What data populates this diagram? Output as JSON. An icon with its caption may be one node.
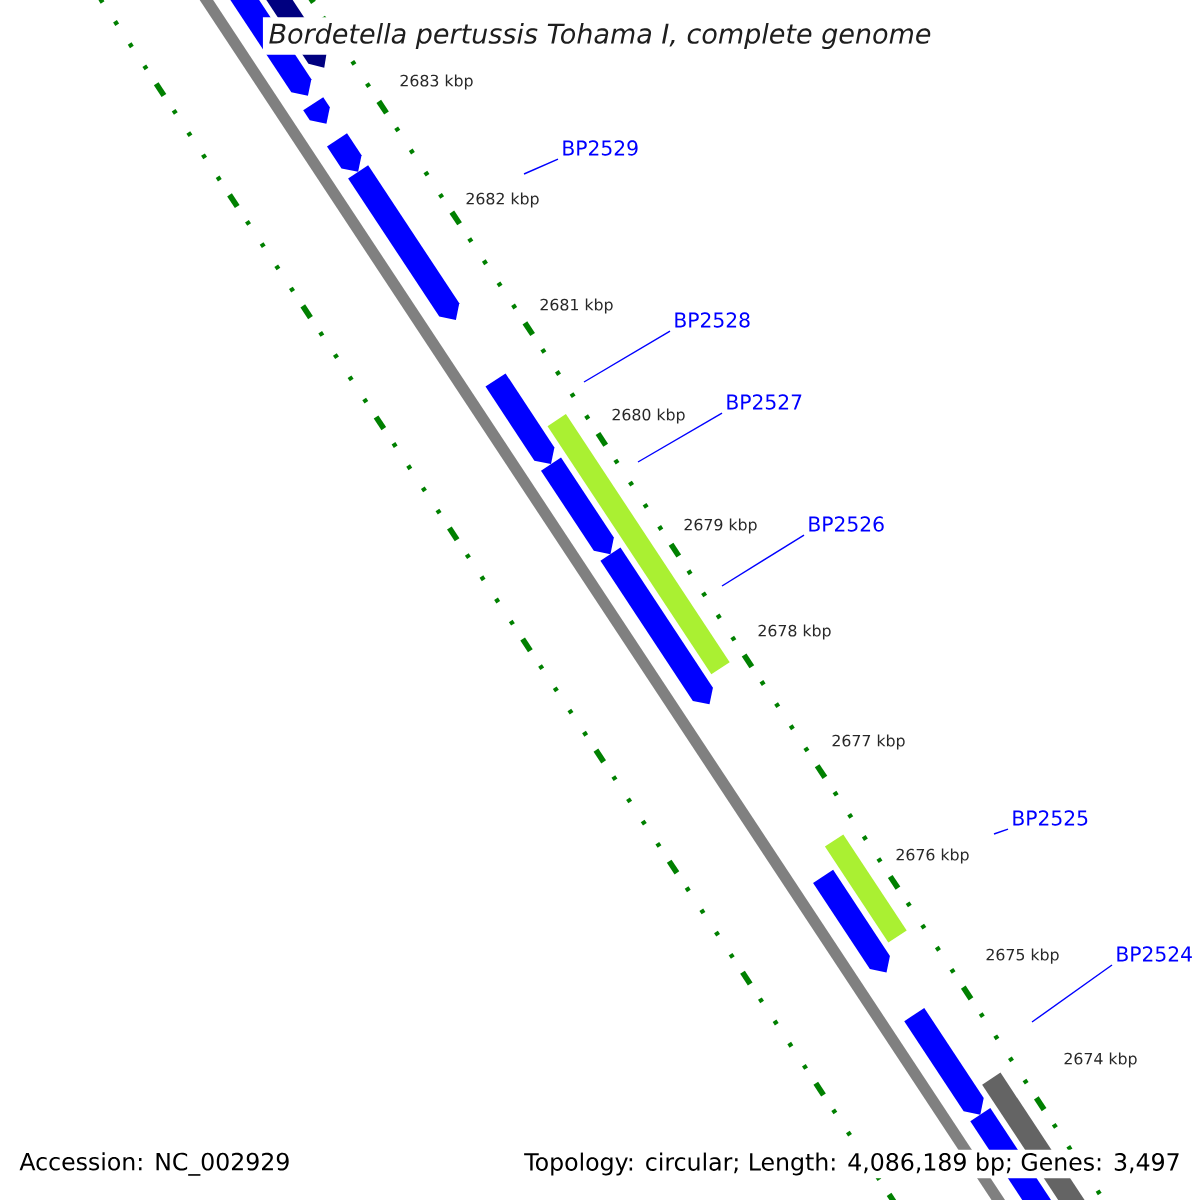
{
  "diagram": {
    "title": "Bordetella pertussis Tohama I, complete genome",
    "nodes": [
      {
        "text": [
          "BP2529"
        ]
      },
      {
        "text": [
          "BP2528"
        ]
      },
      {
        "text": [
          "BP2527"
        ]
      },
      {
        "text": [
          "BP2526"
        ]
      },
      {
        "text": [
          "BP2525"
        ]
      },
      {
        "text": [
          "BP2524"
        ]
      }
    ],
    "edges": [
      {
        "from": 0,
        "to": null,
        "arrow": "none"
      },
      {
        "from": 1,
        "to": null,
        "arrow": "none"
      },
      {
        "from": 2,
        "to": null,
        "arrow": "none"
      },
      {
        "from": 3,
        "to": null,
        "arrow": "none"
      },
      {
        "from": 4,
        "to": null,
        "arrow": "none"
      },
      {
        "from": 5,
        "to": null,
        "arrow": "none"
      }
    ],
    "labels": [
      "2683 kbp",
      "2682 kbp",
      "2681 kbp",
      "2680 kbp",
      "2679 kbp",
      "2678 kbp",
      "2677 kbp",
      "2676 kbp",
      "2675 kbp",
      "2674 kbp",
      "Accession: NC_002929",
      "Topology: circular; Length: 4,086,189 bp; Genes: 3,497"
    ]
  }
}
